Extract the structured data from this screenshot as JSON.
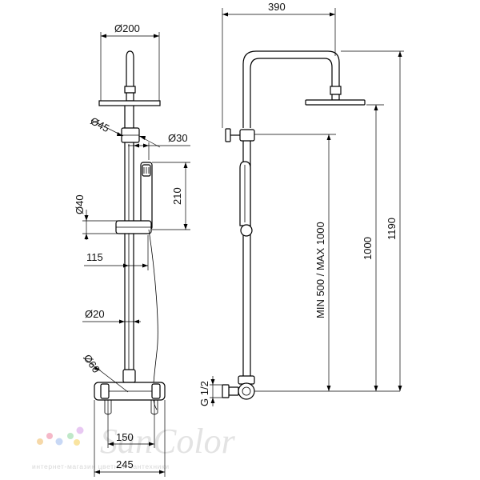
{
  "drawing": {
    "front_view": {
      "head_diameter": "Ø200",
      "arm_diameter": "Ø45",
      "holder_diameter": "Ø30",
      "handshower_height": "210",
      "slider_diameter": "Ø40",
      "slider_offset": "115",
      "riser_diameter": "Ø20",
      "body_diameter": "Ø60",
      "inlet_spacing": "150",
      "body_width": "245"
    },
    "side_view": {
      "projection": "390",
      "total_height": "1190",
      "riser_height": "1000",
      "adjustable_range": "MIN 500 / MAX 1000",
      "connection_thread": "G 1/2"
    }
  },
  "watermark": {
    "brand": "SanColor",
    "tagline": "интернет-магазин цветной сантехники",
    "dot_colors": [
      "#f6d8a8",
      "#f5b8c8",
      "#c8d8f5",
      "#bfe8c8",
      "#e8c8f2",
      "#f9e4a0"
    ]
  }
}
